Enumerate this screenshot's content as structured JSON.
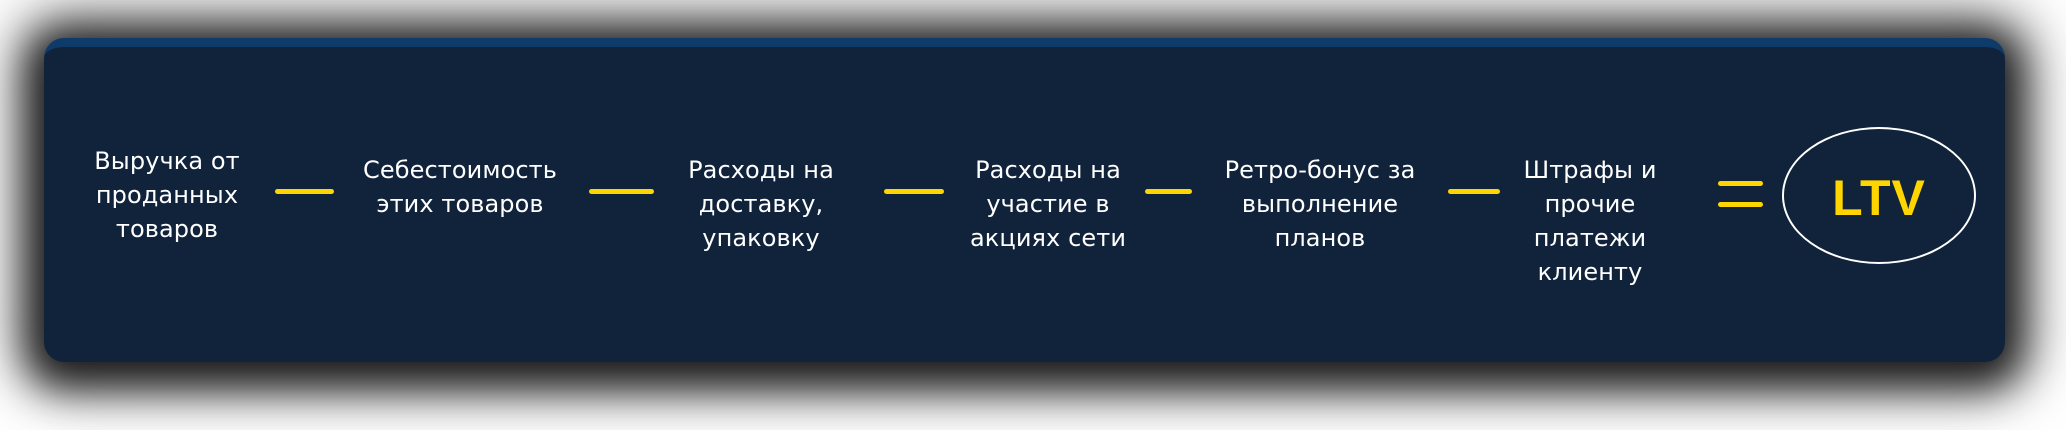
{
  "diagram": {
    "type": "formula",
    "colors": {
      "card_background": "#10233b",
      "card_top_border": "#0f3b6a",
      "text": "#ffffff",
      "accent": "#ffd500",
      "oval_border": "#ffffff"
    },
    "terms": [
      {
        "label": "Выручка от\nпроданных\nтоваров"
      },
      {
        "label": "Себестоимость\nэтих товаров"
      },
      {
        "label": "Расходы на\nдоставку,\nупаковку"
      },
      {
        "label": "Расходы на\nучастие в\nакциях сети"
      },
      {
        "label": "Ретро-бонус за\nвыполнение\nпланов"
      },
      {
        "label": "Штрафы и\nпрочие\nплатежи\nклиенту"
      }
    ],
    "operators": [
      "minus",
      "minus",
      "minus",
      "minus",
      "minus"
    ],
    "equals_operator": "equals",
    "result": {
      "label": "LTV"
    }
  }
}
